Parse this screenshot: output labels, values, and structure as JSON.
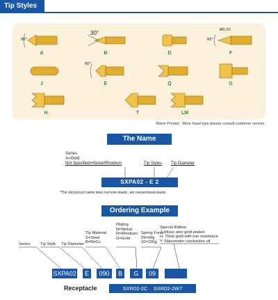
{
  "header": {
    "title": "Tip Styles"
  },
  "tips": [
    {
      "label": "A",
      "annotation": "90°"
    },
    {
      "label": "B",
      "annotation": "30°"
    },
    {
      "label": "D",
      "annotation": ""
    },
    {
      "label": "F",
      "annotation": "60°",
      "annotation2": "Ø0.20"
    },
    {
      "label": "J",
      "annotation": ""
    },
    {
      "label": "E",
      "annotation": "90°"
    },
    {
      "label": "Q",
      "annotation": ""
    },
    {
      "label": "G",
      "annotation": ""
    },
    {
      "label": "H",
      "annotation": ""
    },
    {
      "label": "T",
      "annotation": ""
    },
    {
      "label": "LM",
      "annotation": ""
    }
  ],
  "warm_prompt": "Warm Prompt : More head type please consult customer service.",
  "the_name": {
    "title": "The Name",
    "series_line1": "Series",
    "series_line2": "A=Gold",
    "series_line3": "Not Specified=Nickel/Rhodium",
    "tip_styles": "Tip Styles",
    "tip_diameter": "Tip Diameter",
    "code": "SXPA02  -  E    2",
    "footnote": "*The old procuct name does not note elastic, are conventional elastic."
  },
  "ordering": {
    "title": "Ordering Example",
    "series": "Series",
    "tip_style": "Tip Style",
    "tip_diameter": "Tip Diameter",
    "tip_material": [
      "Tip Material",
      "S=Steel",
      "B=BeCu"
    ],
    "plating": [
      "Plating",
      "N=Nickel",
      "R=Rhodium",
      "G=Gold"
    ],
    "spring_force": [
      "Spring Force",
      "09=90g",
      "10=100g"
    ],
    "special": [
      "Special Edition",
      "J: Music wire gold-plated",
      "H: Thick gold with low resistance",
      "Y: Nanometer conductive oil"
    ],
    "boxes": [
      "SXPA02",
      "E",
      "090",
      "B",
      "G",
      "09",
      ""
    ],
    "receptacle_label": "Receptacle",
    "receptacle_values": [
      "SXR02-2C",
      "SXR02-2W7"
    ]
  },
  "colors": {
    "primary": "#1a56a6",
    "panel": "#fcf1dc",
    "tip_label": "#1a9a2a",
    "probe": "#e2ac2c"
  }
}
